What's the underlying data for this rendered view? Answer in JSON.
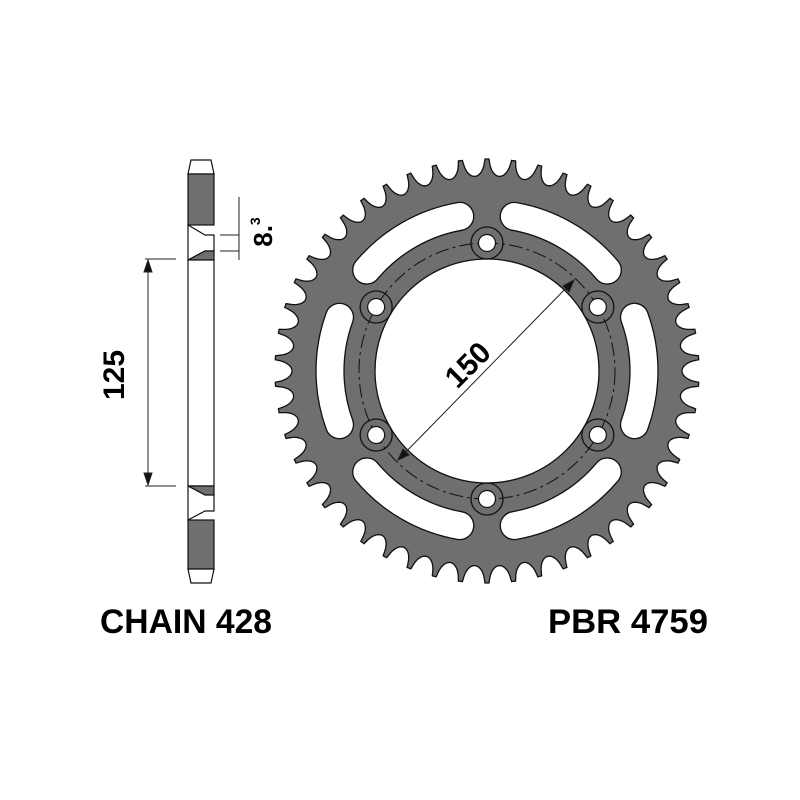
{
  "labels": {
    "chain": "CHAIN 428",
    "part_number": "PBR 4759",
    "hub_dimension": "125",
    "bolt_circle_dimension": "150",
    "thickness_main": "8.",
    "thickness_sup": "3"
  },
  "sprocket": {
    "teeth": 50,
    "bolt_holes": 6,
    "slots": 6
  },
  "colors": {
    "metal": "#6f6f6f",
    "outline": "#111111",
    "background": "#ffffff"
  }
}
